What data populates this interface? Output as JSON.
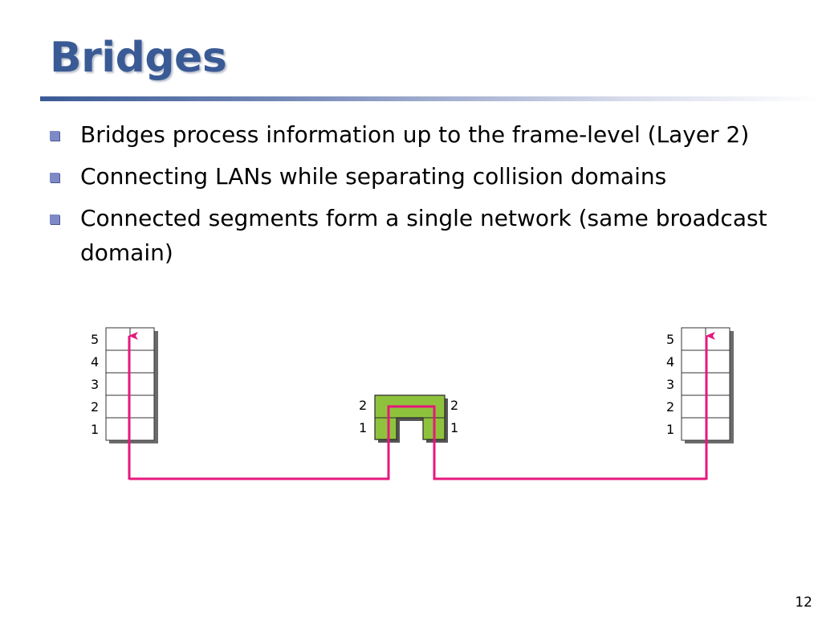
{
  "slide": {
    "title": "Bridges",
    "bullets": [
      "Bridges process information up to the frame-level (Layer 2)",
      "Connecting LANs while separating collision domains",
      "Connected segments form a single network (same broadcast domain)"
    ],
    "page_number": "12"
  },
  "diagram": {
    "left_stack": {
      "layers": [
        "5",
        "4",
        "3",
        "2",
        "1"
      ]
    },
    "right_stack": {
      "layers": [
        "5",
        "4",
        "3",
        "2",
        "1"
      ]
    },
    "bridge": {
      "left_layers": [
        "2",
        "1"
      ],
      "right_layers": [
        "2",
        "1"
      ]
    },
    "colors": {
      "path": "#e6177f",
      "bridge_fill": "#8fc23c",
      "stack_shadow": "#6b6b6b"
    }
  }
}
